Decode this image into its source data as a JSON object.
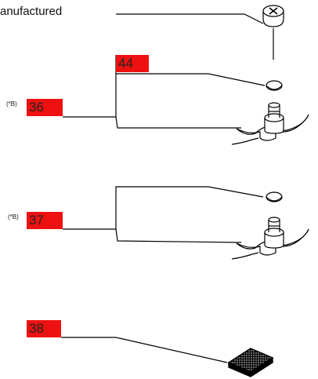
{
  "caption": "anufactured",
  "labels": {
    "part_44": "44",
    "part_36": "36",
    "part_37": "37",
    "part_38": "38"
  },
  "notes": {
    "note_36": "(*B)",
    "note_37": "(*B)"
  },
  "colors": {
    "label_background": "#ee1111",
    "line": "#000000"
  },
  "icons": [
    "screw-icon",
    "seal-ring-icon",
    "blade-icon",
    "sharpening-stone-icon"
  ]
}
